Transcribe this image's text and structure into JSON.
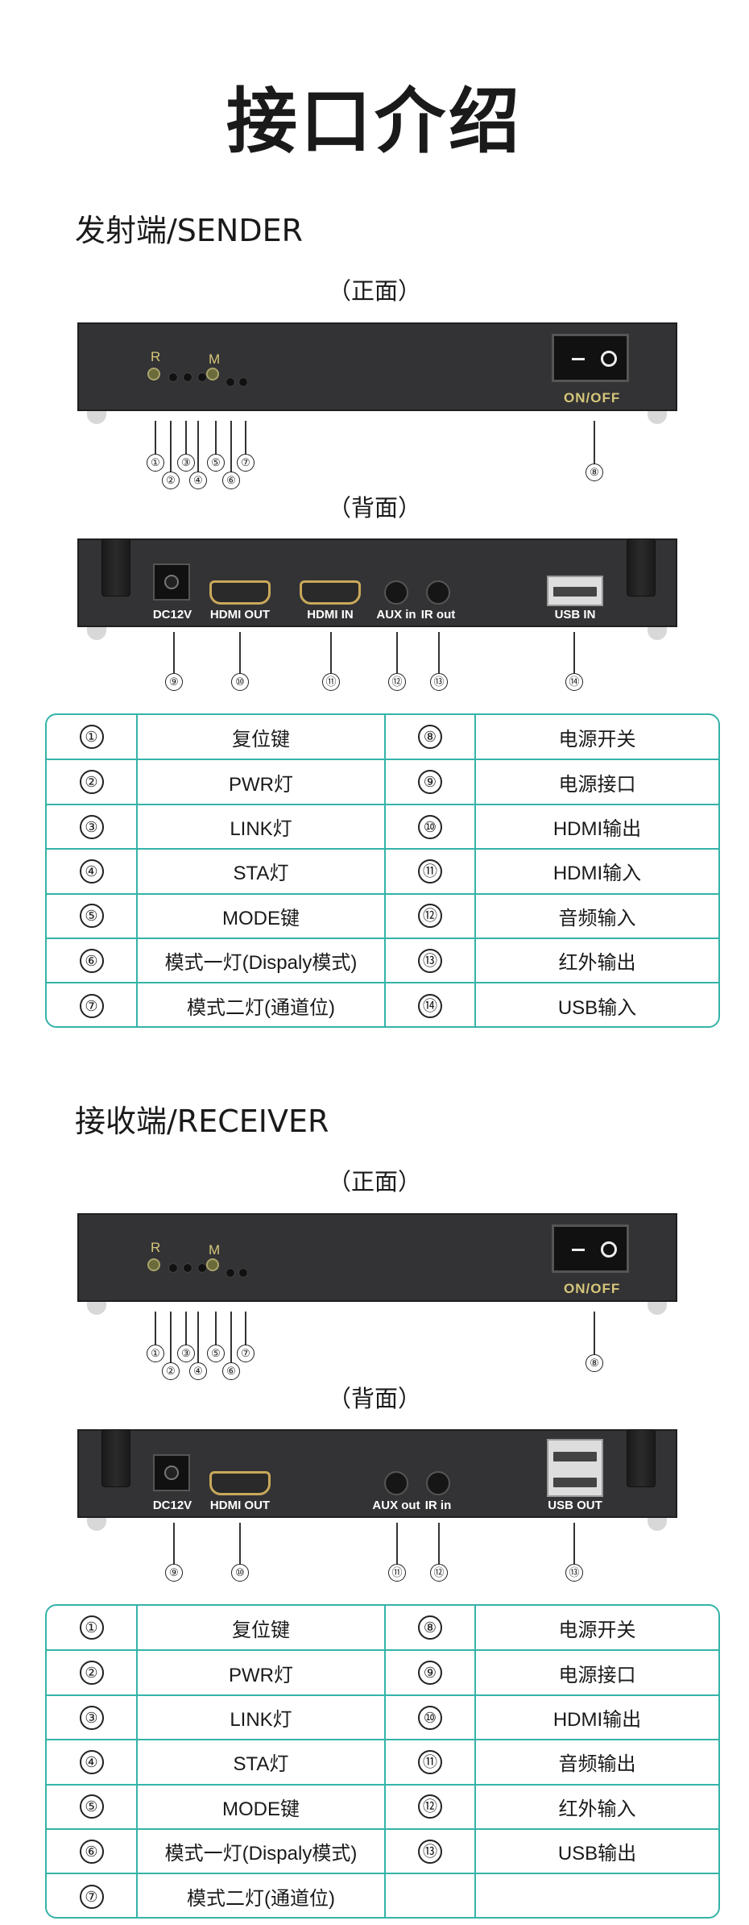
{
  "title": "接口介绍",
  "sender": {
    "heading": "发射端/SENDER",
    "front_label": "（正面）",
    "back_label": "（背面）",
    "front": {
      "r": "R",
      "m": "M",
      "onoff": "ON/OFF"
    },
    "back": {
      "dc": "DC12V",
      "hdmi_out": "HDMI OUT",
      "hdmi_in": "HDMI IN",
      "aux": "AUX in",
      "ir": "IR out",
      "usb": "USB IN"
    },
    "callouts_front": [
      "①",
      "②",
      "③",
      "④",
      "⑤",
      "⑥",
      "⑦",
      "⑧"
    ],
    "callouts_back": [
      "⑨",
      "⑩",
      "⑪",
      "⑫",
      "⑬",
      "⑭"
    ],
    "table": [
      [
        "①",
        "复位键",
        "⑧",
        "电源开关"
      ],
      [
        "②",
        "PWR灯",
        "⑨",
        "电源接口"
      ],
      [
        "③",
        "LINK灯",
        "⑩",
        "HDMI输出"
      ],
      [
        "④",
        "STA灯",
        "⑪",
        "HDMI输入"
      ],
      [
        "⑤",
        "MODE键",
        "⑫",
        "音频输入"
      ],
      [
        "⑥",
        "模式一灯(Dispaly模式)",
        "⑬",
        "红外输出"
      ],
      [
        "⑦",
        "模式二灯(通道位)",
        "⑭",
        "USB输入"
      ]
    ]
  },
  "receiver": {
    "heading": "接收端/RECEIVER",
    "front_label": "（正面）",
    "back_label": "（背面）",
    "front": {
      "r": "R",
      "m": "M",
      "onoff": "ON/OFF"
    },
    "back": {
      "dc": "DC12V",
      "hdmi_out": "HDMI OUT",
      "aux": "AUX out",
      "ir": "IR in",
      "usb": "USB OUT"
    },
    "callouts_front": [
      "①",
      "②",
      "③",
      "④",
      "⑤",
      "⑥",
      "⑦",
      "⑧"
    ],
    "callouts_back": [
      "⑨",
      "⑩",
      "⑪",
      "⑫",
      "⑬"
    ],
    "table": [
      [
        "①",
        "复位键",
        "⑧",
        "电源开关"
      ],
      [
        "②",
        "PWR灯",
        "⑨",
        "电源接口"
      ],
      [
        "③",
        "LINK灯",
        "⑩",
        "HDMI输出"
      ],
      [
        "④",
        "STA灯",
        "⑪",
        "音频输出"
      ],
      [
        "⑤",
        "MODE键",
        "⑫",
        "红外输入"
      ],
      [
        "⑥",
        "模式一灯(Dispaly模式)",
        "⑬",
        "USB输出"
      ],
      [
        "⑦",
        "模式二灯(通道位)",
        "",
        ""
      ]
    ]
  },
  "colors": {
    "accent": "#35b3a8",
    "label_gold": "#d6c77a",
    "panel": "#333335"
  }
}
